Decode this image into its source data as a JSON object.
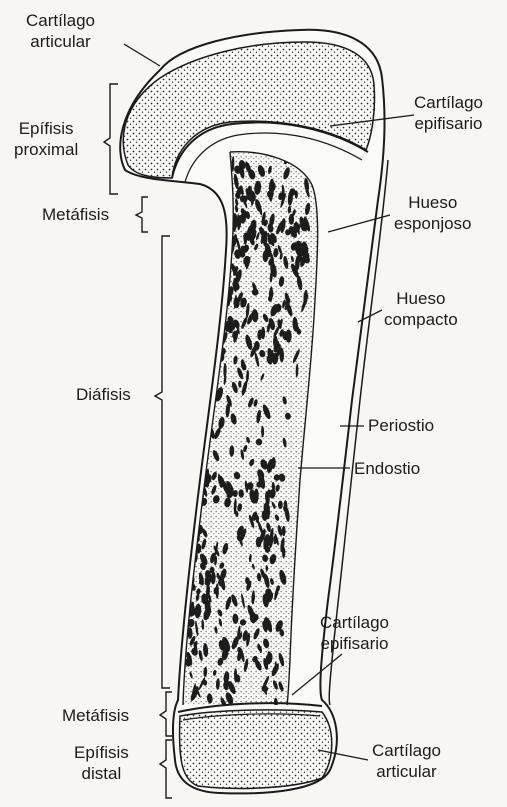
{
  "diagram": {
    "ink_color": "#1a1a1a",
    "paper_color": "#f7f6f3",
    "labels": {
      "cartilago_articular_top": [
        "Cartílago",
        "articular"
      ],
      "epifisis_proximal": [
        "Epífisis",
        "proximal"
      ],
      "metafisis_top": "Metáfisis",
      "diafisis": "Diáfisis",
      "metafisis_bottom": "Metáfisis",
      "epifisis_distal": [
        "Epífisis",
        "distal"
      ],
      "cartilago_epifisario_top": [
        "Cartílago",
        "epifisario"
      ],
      "hueso_esponjoso": [
        "Hueso",
        "esponjoso"
      ],
      "hueso_compacto": [
        "Hueso",
        "compacto"
      ],
      "periostio": "Periostio",
      "endostio": "Endostio",
      "cartilago_epifisario_bottom": [
        "Cartílago",
        "epifisario"
      ],
      "cartilago_articular_bottom": [
        "Cartílago",
        "articular"
      ]
    }
  }
}
